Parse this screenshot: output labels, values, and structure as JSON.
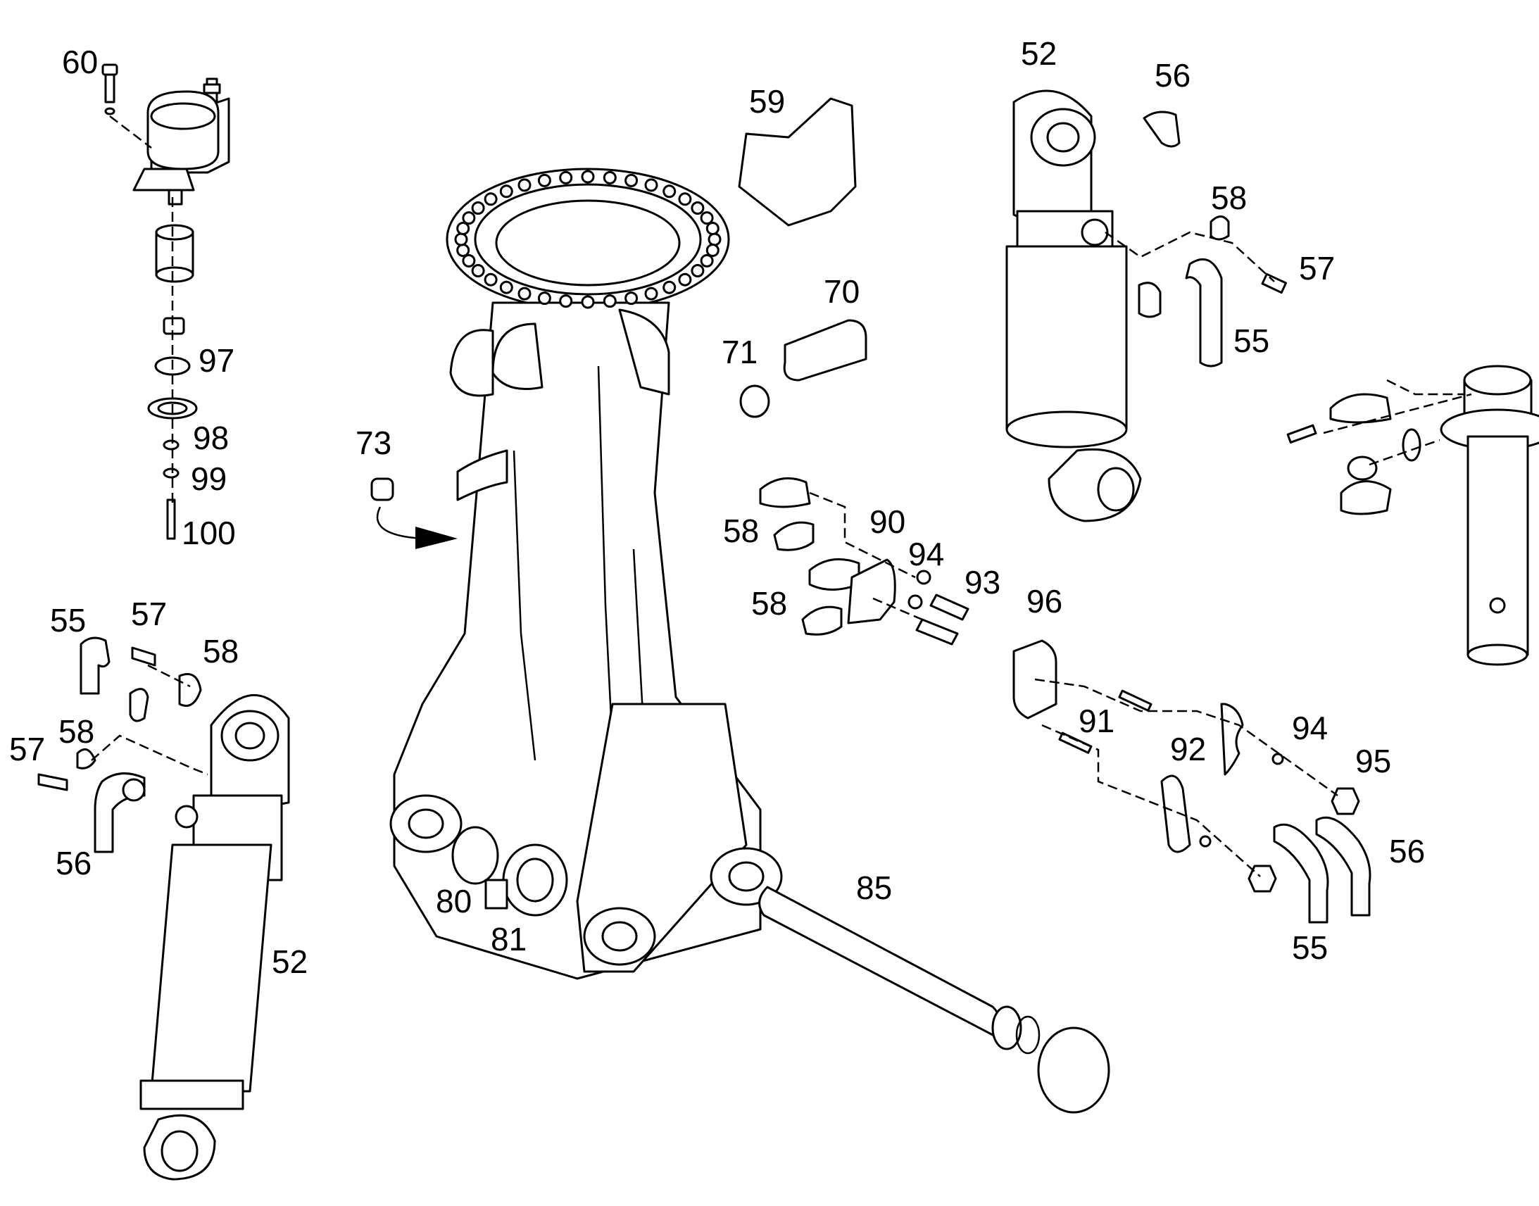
{
  "callouts": {
    "c60": "60",
    "c97": "97",
    "c98": "98",
    "c99": "99",
    "c100": "100",
    "c59": "59",
    "c70": "70",
    "c71": "71",
    "c73": "73",
    "c52_top": "52",
    "c56_top": "56",
    "c58_top": "58",
    "c57_top": "57",
    "c55_top": "55",
    "c58_mid1": "58",
    "c90": "90",
    "c94_mid": "94",
    "c93": "93",
    "c58_mid2": "58",
    "c96": "96",
    "c91": "91",
    "c92": "92",
    "c94_right": "94",
    "c95": "95",
    "c56_right": "56",
    "c55_right": "55",
    "c85": "85",
    "c55_left": "55",
    "c57_left1": "57",
    "c58_left1": "58",
    "c57_left2": "57",
    "c58_left2": "58",
    "c56_left": "56",
    "c52_left": "52",
    "c80": "80",
    "c81": "81"
  }
}
